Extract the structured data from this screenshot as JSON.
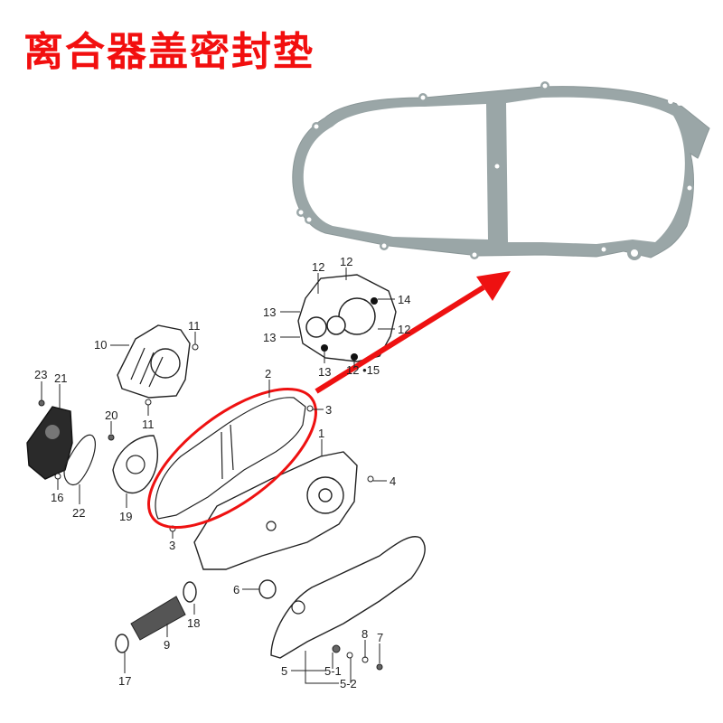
{
  "title": "离合器盖密封垫",
  "colors": {
    "title": "#f20f0f",
    "highlight": "#ee1111",
    "gasket_photo": "#9aa6a7",
    "line_art": "#222222"
  },
  "photo": {
    "subject": "clutch-cover-gasket"
  },
  "arrow": {
    "from": "highlight-ellipse",
    "to": "gasket-photo"
  },
  "labels": {
    "p1": "1",
    "p2": "2",
    "p3a": "3",
    "p3b": "3",
    "p4": "4",
    "p5": "5",
    "p5_1": "5-1",
    "p5_2": "5-2",
    "p6": "6",
    "p7": "7",
    "p8": "8",
    "p9": "9",
    "p10": "10",
    "p11a": "11",
    "p11b": "11",
    "p12a": "12",
    "p12b": "12",
    "p12c": "12",
    "p12_15": "12 •15",
    "p13a": "13",
    "p13b": "13",
    "p13c": "13",
    "p14": "14",
    "p16": "16",
    "p17": "17",
    "p18": "18",
    "p19": "19",
    "p20": "20",
    "p21": "21",
    "p22": "22",
    "p23": "23"
  }
}
